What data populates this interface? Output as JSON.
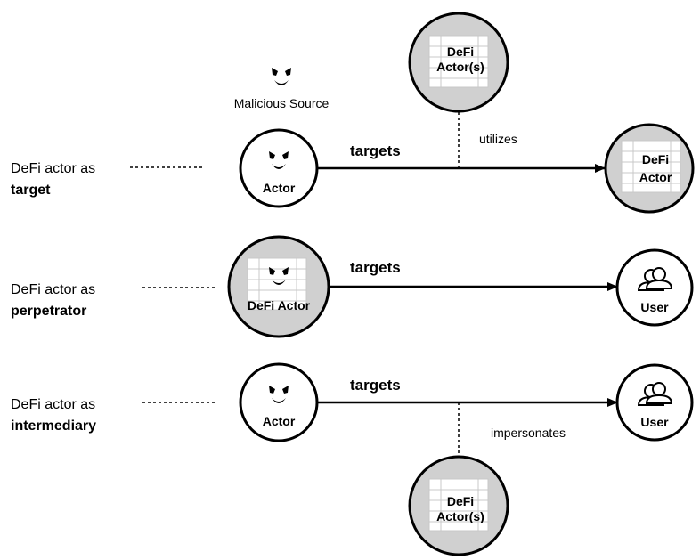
{
  "legend": {
    "icon": "malicious-face-icon",
    "text": "Malicious Source"
  },
  "rows": [
    {
      "line1": "DeFi actor as",
      "line2": "target",
      "source_label": "Actor",
      "source_icon": "malicious-face-icon",
      "edge_label": "targets",
      "target_label_top": "DeFi",
      "target_label_bottom": "Actor",
      "target_icon": "document-icon",
      "aux_top_label": "DeFi",
      "aux_bottom_label": "Actor(s)",
      "aux_edge_label": "utilizes"
    },
    {
      "line1": "DeFi actor as",
      "line2": "perpetrator",
      "source_label": "DeFi Actor",
      "source_icon": "malicious-face-icon",
      "edge_label": "targets",
      "target_label": "User",
      "target_icon": "users-icon"
    },
    {
      "line1": "DeFi actor as",
      "line2": "intermediary",
      "source_label": "Actor",
      "source_icon": "malicious-face-icon",
      "edge_label": "targets",
      "target_label": "User",
      "target_icon": "users-icon",
      "aux_top_label": "DeFi",
      "aux_bottom_label": "Actor(s)",
      "aux_edge_label": "impersonates"
    }
  ],
  "colors": {
    "node_fill": "#ffffff",
    "defi_fill": "#d0d0d0",
    "doc_fill": "#ffffff",
    "doc_line": "#c8c8c8",
    "stroke": "#000000"
  }
}
